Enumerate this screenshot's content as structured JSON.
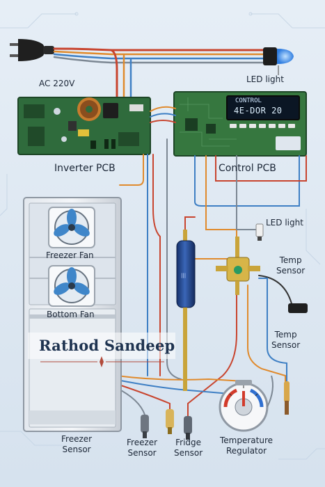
{
  "labels": {
    "ac": "AC 220V",
    "led_top": "LED light",
    "inverter_pcb": "Inverter PCB",
    "control_pcb": "Control PCB",
    "led_mid": "LED light",
    "freezer_fan": "Freezer Fan",
    "bottom_fan": "Bottom Fan",
    "temp_sensor_1": [
      "Temp",
      "Sensor"
    ],
    "temp_sensor_2": [
      "Temp",
      "Sensor"
    ],
    "freezer_sensor_left": [
      "Freezer",
      "Sensor"
    ],
    "freezer_sensor_mid": [
      "Freezer",
      "Sensor"
    ],
    "fridge_sensor": [
      "Fridge",
      "Sensor"
    ],
    "temperature_regulator": [
      "Temperature",
      "Regulator"
    ]
  },
  "display": {
    "line1": "CONTROL",
    "line2": "4E-DOR  20"
  },
  "watermark": "Rathod Sandeep",
  "colors": {
    "background": "#dfe9f3",
    "pcb_green": "#2f6b3c",
    "wire_red": "#c8442e",
    "wire_orange": "#e08a2c",
    "wire_blue": "#3e7fc4",
    "wire_gray": "#7c8793",
    "led_blue": "#2f7de0",
    "filter_blue": "#1d3f86",
    "valve_brass": "#c9a43a",
    "fridge_gray": "#cdd3db"
  }
}
